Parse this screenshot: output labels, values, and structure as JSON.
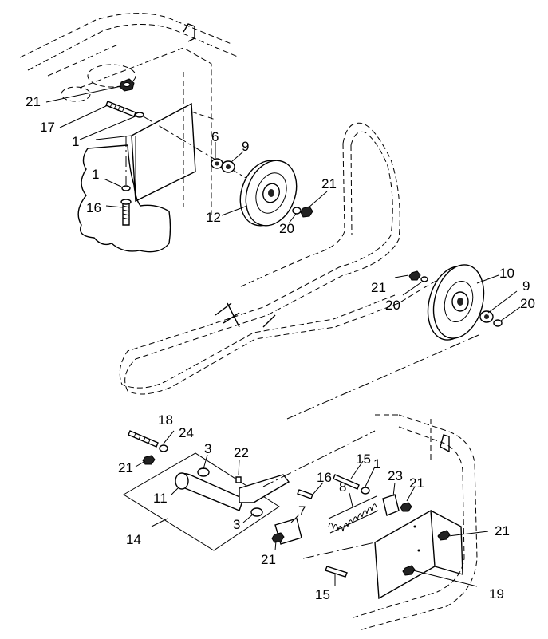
{
  "diagram": {
    "callouts": {
      "c21a": "21",
      "c17": "17",
      "c1a": "1",
      "c1b": "1",
      "c16a": "16",
      "c6": "6",
      "c9a": "9",
      "c12": "12",
      "c20a": "20",
      "c21b": "21",
      "c10": "10",
      "c9b": "9",
      "c20b": "20",
      "c21c": "21",
      "c20c": "20",
      "c18": "18",
      "c24": "24",
      "c21d": "21",
      "c3a": "3",
      "c22": "22",
      "c11": "11",
      "c3b": "3",
      "c14": "14",
      "c15a": "15",
      "c1c": "1",
      "c16b": "16",
      "c8": "8",
      "c23": "23",
      "c21e": "21",
      "c7": "7",
      "c21f": "21",
      "c21g": "21",
      "c15b": "15",
      "c19": "19"
    }
  }
}
